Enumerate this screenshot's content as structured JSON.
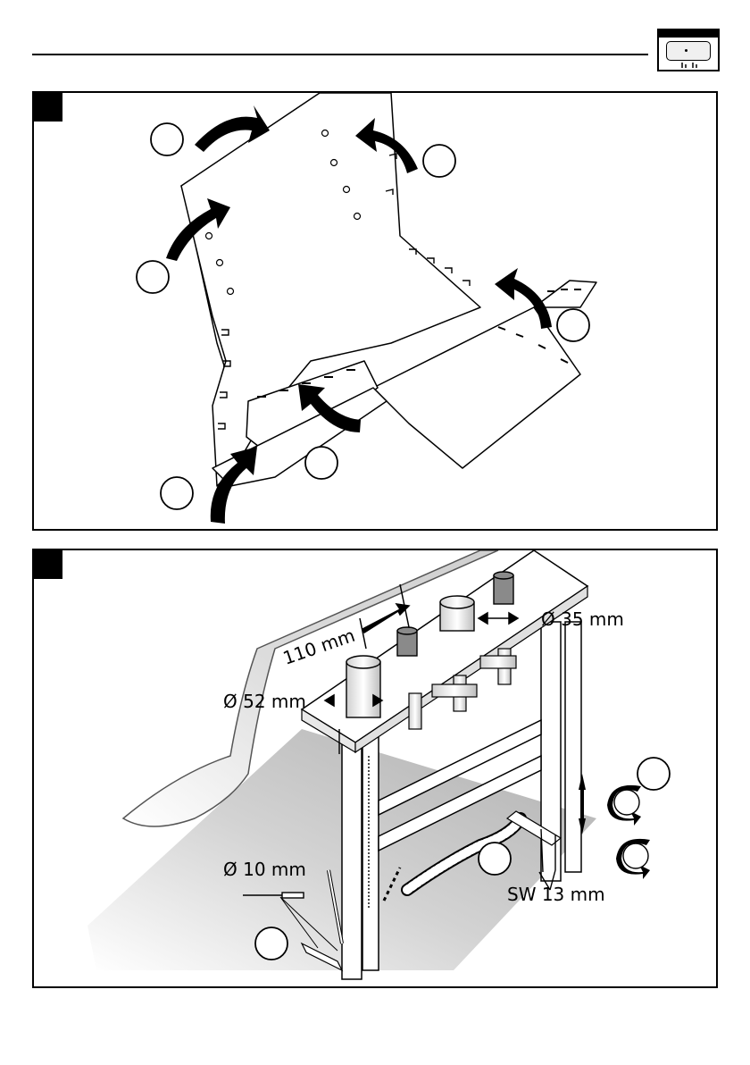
{
  "header": {
    "icon": "bathtub-icon"
  },
  "figure2": {
    "dimensions": {
      "width_110": "110 mm",
      "diameter_35": "Ø 35 mm",
      "diameter_52": "Ø 52 mm",
      "drill_10": "Ø 10 mm",
      "wrench_13": "SW 13 mm"
    }
  }
}
